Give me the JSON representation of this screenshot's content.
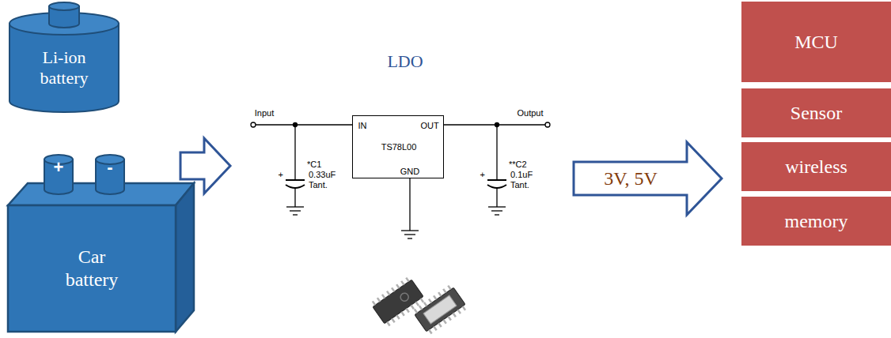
{
  "diagram": {
    "nodes": [
      {
        "text": [
          "Li-ion battery"
        ]
      },
      {
        "text": [
          "Car battery"
        ]
      },
      {
        "text": [
          "TS78L00"
        ]
      },
      {
        "text": [
          "MCU"
        ]
      },
      {
        "text": [
          "Sensor"
        ]
      },
      {
        "text": [
          "wireless"
        ]
      },
      {
        "text": [
          "memory"
        ]
      }
    ],
    "labels": [
      "+",
      "-",
      "LDO",
      "Input",
      "Output",
      "IN",
      "OUT",
      "GND",
      "*C1",
      "0.33uF",
      "Tant.",
      "+",
      "**C2",
      "0.1uF",
      "Tant.",
      "+",
      "3V, 5V"
    ]
  }
}
